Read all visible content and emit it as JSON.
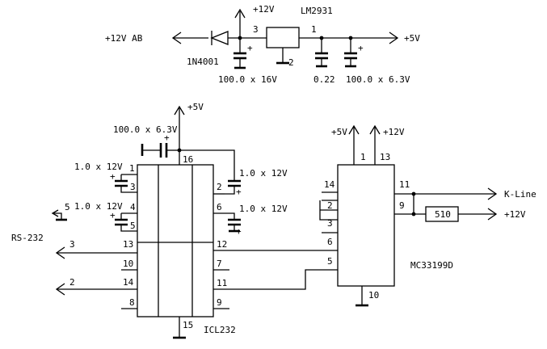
{
  "labels": {
    "plus12v_ab": "+12V AB",
    "diode": "1N4001",
    "plus12v_top": "+12V",
    "regulator": "LM2931",
    "reg_pin3": "3",
    "reg_pin1": "1",
    "reg_pin2": "2",
    "plus5v_out": "+5V",
    "cap_in": "100.0 x 16V",
    "cap_022": "0.22",
    "cap_out": "100.0 x 6.3V",
    "icl_plus5v": "+5V",
    "icl_cap": "100.0 x 6.3V",
    "cap1": "1.0 x 12V",
    "cap2": "1.0 x 12V",
    "cap3": "1.0 x 12V",
    "cap4": "1.0 x 12V",
    "rs232": "RS-232",
    "rs_3": "3",
    "rs_2": "2",
    "rs_5": "5",
    "icl": "ICL232",
    "mc_plus5v": "+5V",
    "mc_plus12v": "+12V",
    "kline": "K-Line",
    "kline_12v": "+12V",
    "resistor": "510",
    "mc": "MC33199D"
  },
  "pins": {
    "icl_16": "16",
    "icl_1": "1",
    "icl_3": "3",
    "icl_4": "4",
    "icl_5": "5",
    "icl_13": "13",
    "icl_10": "10",
    "icl_14": "14",
    "icl_8": "8",
    "icl_15": "15",
    "icl_2": "2",
    "icl_6": "6",
    "icl_12": "12",
    "icl_7": "7",
    "icl_11": "11",
    "icl_9": "9",
    "mc_1": "1",
    "mc_13": "13",
    "mc_14": "14",
    "mc_2": "2",
    "mc_3": "3",
    "mc_6": "6",
    "mc_5": "5",
    "mc_11": "11",
    "mc_9": "9",
    "mc_10": "10"
  }
}
